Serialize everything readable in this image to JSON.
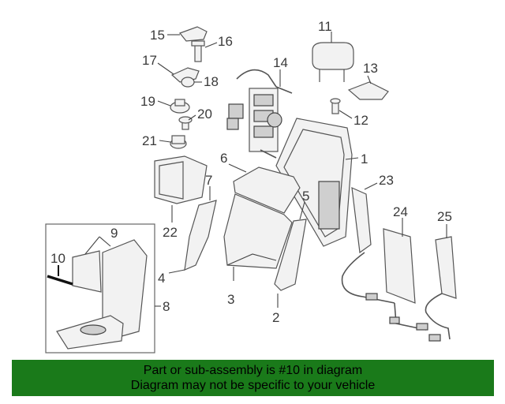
{
  "callouts": {
    "c1": "1",
    "c2": "2",
    "c3": "3",
    "c4": "4",
    "c5": "5",
    "c6": "6",
    "c7": "7",
    "c8": "8",
    "c9": "9",
    "c10": "10",
    "c11": "11",
    "c12": "12",
    "c13": "13",
    "c14": "14",
    "c15": "15",
    "c16": "16",
    "c17": "17",
    "c18": "18",
    "c19": "19",
    "c20": "20",
    "c21": "21",
    "c22": "22",
    "c23": "23",
    "c24": "24",
    "c25": "25"
  },
  "highlighted_part": "10",
  "banner": {
    "line1": "Part or sub-assembly is #10 in diagram",
    "line2": "Diagram may not be specific to your vehicle",
    "background": "#1a7a1a"
  }
}
